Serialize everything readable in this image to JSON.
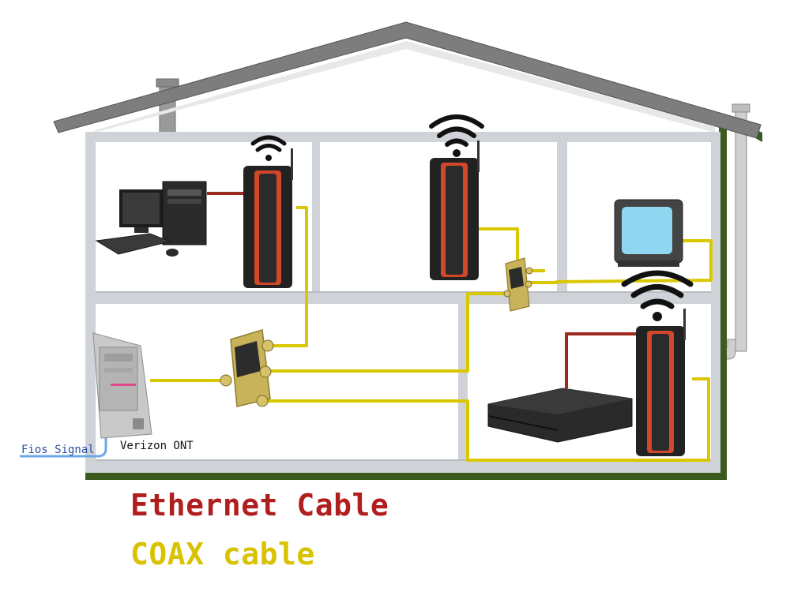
{
  "labels": {
    "fios_signal": "Fios Signal",
    "verizon_ont": "Verizon ONT"
  },
  "legend": {
    "ethernet": {
      "label": "Ethernet Cable",
      "color": "#b01e1e"
    },
    "coax": {
      "label": "COAX cable",
      "color": "#d9c200"
    }
  },
  "colors": {
    "roof": "#7d7d7d",
    "wall": "#cfd2d6",
    "foundation": "#3b5a1e",
    "ethernet": "#9c2a1e",
    "coax": "#d9c700",
    "fiber": "#6aa9e6",
    "router_body": "#222222",
    "router_accent": "#d0472a",
    "tv_screen": "#8fd7f0"
  },
  "icons": [
    "desktop-computer-icon",
    "router-icon",
    "wifi-signal-icon",
    "coax-splitter-icon",
    "verizon-ont-icon",
    "television-icon",
    "game-console-icon",
    "chimney-icon",
    "vent-pipe-icon"
  ]
}
